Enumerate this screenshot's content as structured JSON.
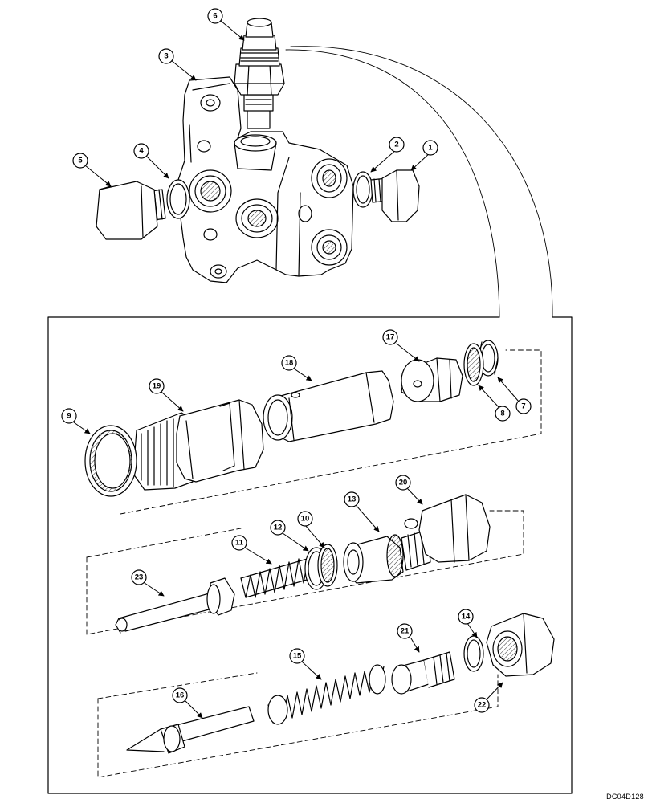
{
  "callouts": [
    {
      "id": "callout-1",
      "label": "1"
    },
    {
      "id": "callout-2",
      "label": "2"
    },
    {
      "id": "callout-3",
      "label": "3"
    },
    {
      "id": "callout-4",
      "label": "4"
    },
    {
      "id": "callout-5",
      "label": "5"
    },
    {
      "id": "callout-6",
      "label": "6"
    },
    {
      "id": "callout-7",
      "label": "7"
    },
    {
      "id": "callout-8",
      "label": "8"
    },
    {
      "id": "callout-9",
      "label": "9"
    },
    {
      "id": "callout-10",
      "label": "10"
    },
    {
      "id": "callout-11",
      "label": "11"
    },
    {
      "id": "callout-12",
      "label": "12"
    },
    {
      "id": "callout-13",
      "label": "13"
    },
    {
      "id": "callout-14",
      "label": "14"
    },
    {
      "id": "callout-15",
      "label": "15"
    },
    {
      "id": "callout-16",
      "label": "16"
    },
    {
      "id": "callout-17",
      "label": "17"
    },
    {
      "id": "callout-18",
      "label": "18"
    },
    {
      "id": "callout-19",
      "label": "19"
    },
    {
      "id": "callout-20",
      "label": "20"
    },
    {
      "id": "callout-21",
      "label": "21"
    },
    {
      "id": "callout-22",
      "label": "22"
    },
    {
      "id": "callout-23",
      "label": "23"
    }
  ],
  "drawing_code": "DC04D128"
}
